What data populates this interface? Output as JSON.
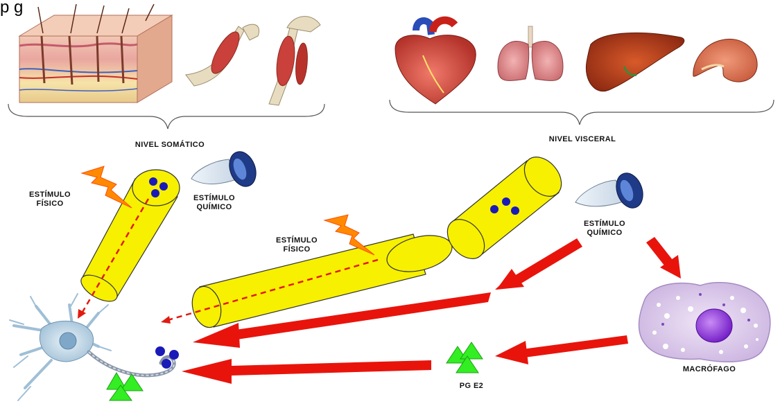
{
  "header_fragment": "p                                                  g",
  "labels": {
    "somatic": "NIVEL SOMÁTICO",
    "visceral": "NIVEL VISCERAL",
    "physical_stimulus_left": [
      "ESTÍMULO",
      "FÍSICO"
    ],
    "chemical_stimulus_left": [
      "ESTÍMULO",
      "QUÍMICO"
    ],
    "physical_stimulus_mid": [
      "ESTÍMULO",
      "FÍSICO"
    ],
    "chemical_stimulus_right": [
      "ESTÍMULO",
      "QUÍMICO"
    ],
    "macrophage": "MACRÓFAGO",
    "pge2": "PG E2"
  },
  "colors": {
    "nerve_fiber": "#f7f000",
    "fiber_outline": "#333333",
    "arrow": "#e8140c",
    "dashed": "#e21a10",
    "vesicle": "#1a1ab8",
    "prostaglandin": "#33ee22",
    "lightning": "#ff8a00",
    "macrophage_body": "#d9c8e8",
    "macrophage_nucleus": "#8a2be2",
    "neuron": "#bcd5e6"
  },
  "icons": [
    "skin-section-icon",
    "arm-muscle-icon",
    "heart-icon",
    "lungs-icon",
    "liver-icon",
    "kidney-icon",
    "lightning-icon",
    "chemical-flask-icon",
    "neuron-icon",
    "macrophage-icon",
    "prostaglandin-icon"
  ]
}
